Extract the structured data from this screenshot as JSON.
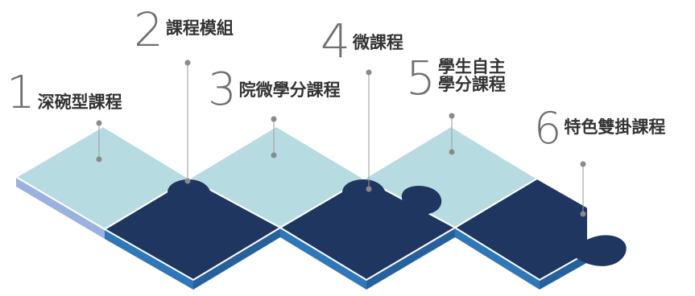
{
  "colors": {
    "light_top": "#b6dce2",
    "dark_top": "#1f3660",
    "light_side": "#9bb2e0",
    "dark_side": "#2e77b9",
    "darker_side": "#27619c",
    "leader_line": "#9a9a9a",
    "dot": "#8a8a8a",
    "number": "#6f6f6f",
    "text": "#333333"
  },
  "labels": [
    {
      "number": "1",
      "text": "深碗型課程"
    },
    {
      "number": "2",
      "text": "課程模組"
    },
    {
      "number": "3",
      "text": "院微學分課程"
    },
    {
      "number": "4",
      "text": "微課程"
    },
    {
      "number": "5",
      "text_line1": "學生自主",
      "text_line2": "學分課程"
    },
    {
      "number": "6",
      "text": "特色雙掛課程"
    }
  ]
}
